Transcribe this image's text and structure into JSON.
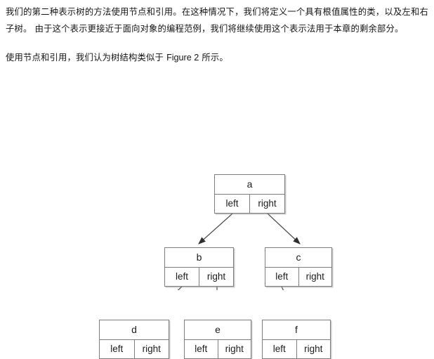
{
  "document": {
    "paragraphs": [
      "我们的第二种表示树的方法使用节点和引用。在这种情况下，我们将定义一个具有根值属性的类，以及左和右子树。 由于这个表示更接近于面向对象的编程范例，我们将继续使用这个表示法用于本章的剩余部分。",
      {
        "before": "使用节点和引用，我们认为树结构类似于 ",
        "latin": "Figure 2",
        "after": " 所示。"
      }
    ]
  },
  "figure": {
    "caption_reference": "Figure 2",
    "cell_labels": {
      "left": "left",
      "right": "right"
    },
    "nodes": [
      {
        "id": "a",
        "value": "a",
        "left": "left",
        "right": "right"
      },
      {
        "id": "b",
        "value": "b",
        "left": "left",
        "right": "right"
      },
      {
        "id": "c",
        "value": "c",
        "left": "left",
        "right": "right"
      },
      {
        "id": "d",
        "value": "d",
        "left": "left",
        "right": "right"
      },
      {
        "id": "e",
        "value": "e",
        "left": "left",
        "right": "right"
      },
      {
        "id": "f",
        "value": "f",
        "left": "left",
        "right": "right"
      }
    ],
    "edges": [
      {
        "from": "a",
        "from_cell": "left",
        "to": "b"
      },
      {
        "from": "a",
        "from_cell": "right",
        "to": "c"
      },
      {
        "from": "b",
        "from_cell": "left",
        "to": "d"
      },
      {
        "from": "b",
        "from_cell": "right",
        "to": "e"
      },
      {
        "from": "c",
        "from_cell": "left",
        "to": "f"
      }
    ],
    "colors": {
      "border": "#7d7d7d",
      "text": "#1c1c1c",
      "edge": "#4d4d4d",
      "background": "#ffffff"
    }
  }
}
